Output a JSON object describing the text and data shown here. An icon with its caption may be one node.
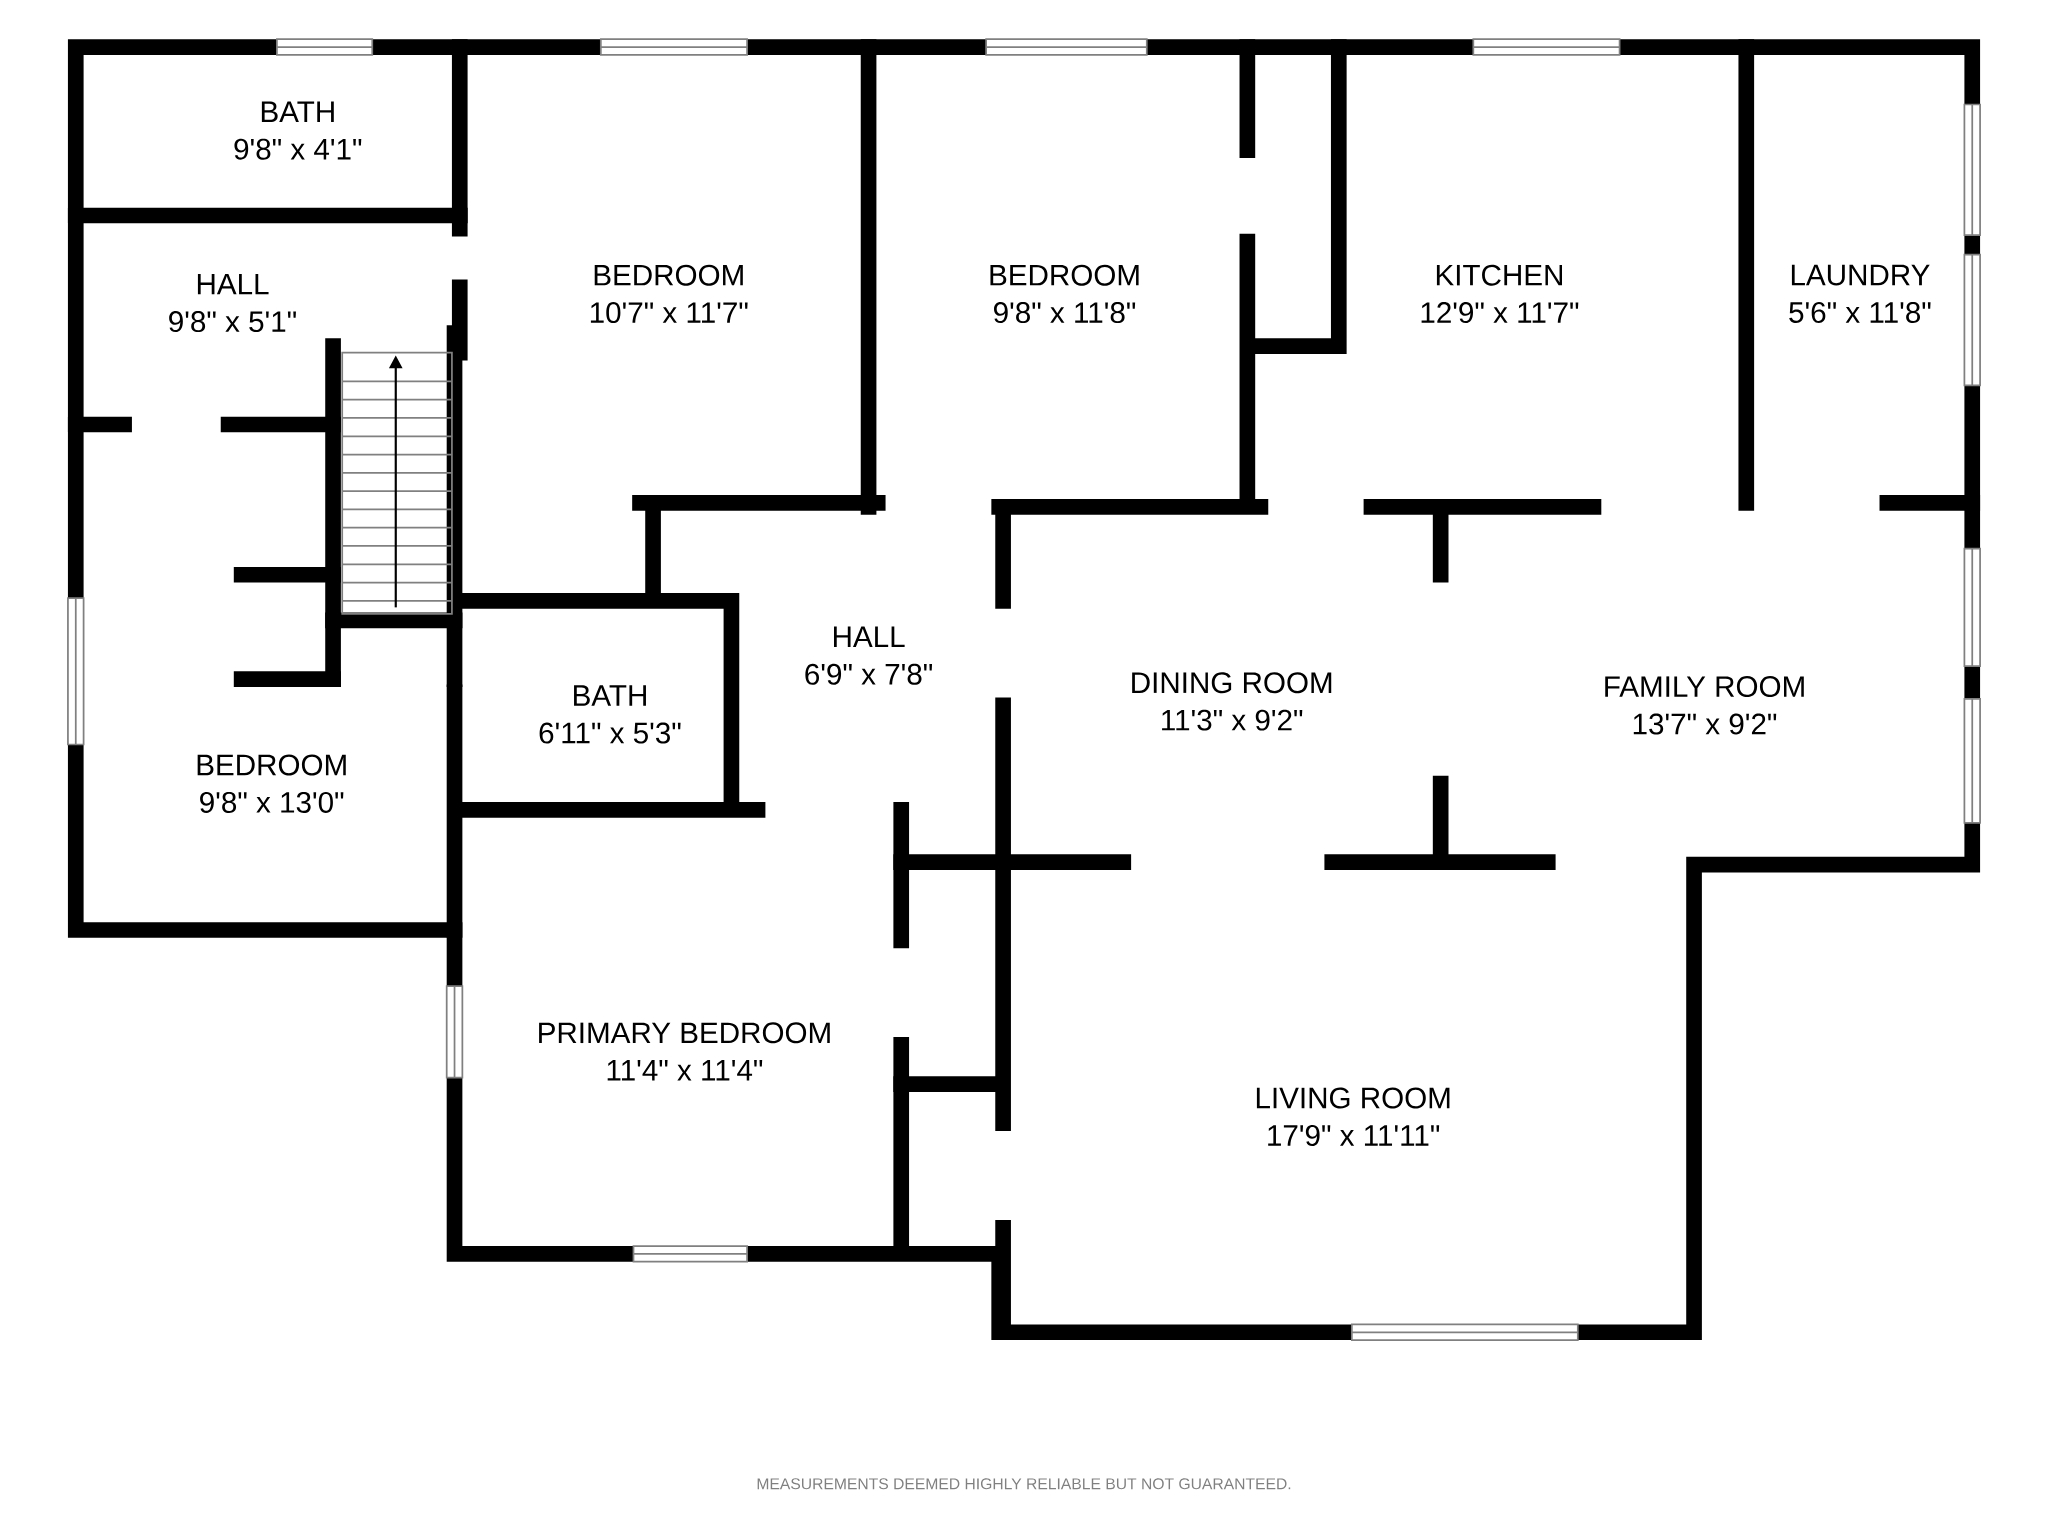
{
  "diagram": {
    "nodes": [
      {
        "text": [
          "BATH",
          "9'8\" x 4'1\""
        ]
      },
      {
        "text": [
          "HALL",
          "9'8\" x 5'1\""
        ]
      },
      {
        "text": [
          "BEDROOM",
          "10'7\" x 11'7\""
        ]
      },
      {
        "text": [
          "BEDROOM",
          "9'8\" x 11'8\""
        ]
      },
      {
        "text": [
          "KITCHEN",
          "12'9\" x 11'7\""
        ]
      },
      {
        "text": [
          "LAUNDRY",
          "5'6\" x 11'8\""
        ]
      },
      {
        "text": [
          "HALL",
          "6'9\" x 7'8\""
        ]
      },
      {
        "text": [
          "BATH",
          "6'11\" x 5'3\""
        ]
      },
      {
        "text": [
          "DINING ROOM",
          "11'3\" x 9'2\""
        ]
      },
      {
        "text": [
          "FAMILY ROOM",
          "13'7\" x 9'2\""
        ]
      },
      {
        "text": [
          "BEDROOM",
          "9'8\" x 13'0\""
        ]
      },
      {
        "text": [
          "PRIMARY BEDROOM",
          "11'4\" x 11'4\""
        ]
      },
      {
        "text": [
          "LIVING ROOM",
          "17'9\" x 11'11\""
        ]
      }
    ],
    "labels": [
      "MEASUREMENTS DEEMED HIGHLY RELIABLE BUT NOT GUARANTEED."
    ]
  }
}
